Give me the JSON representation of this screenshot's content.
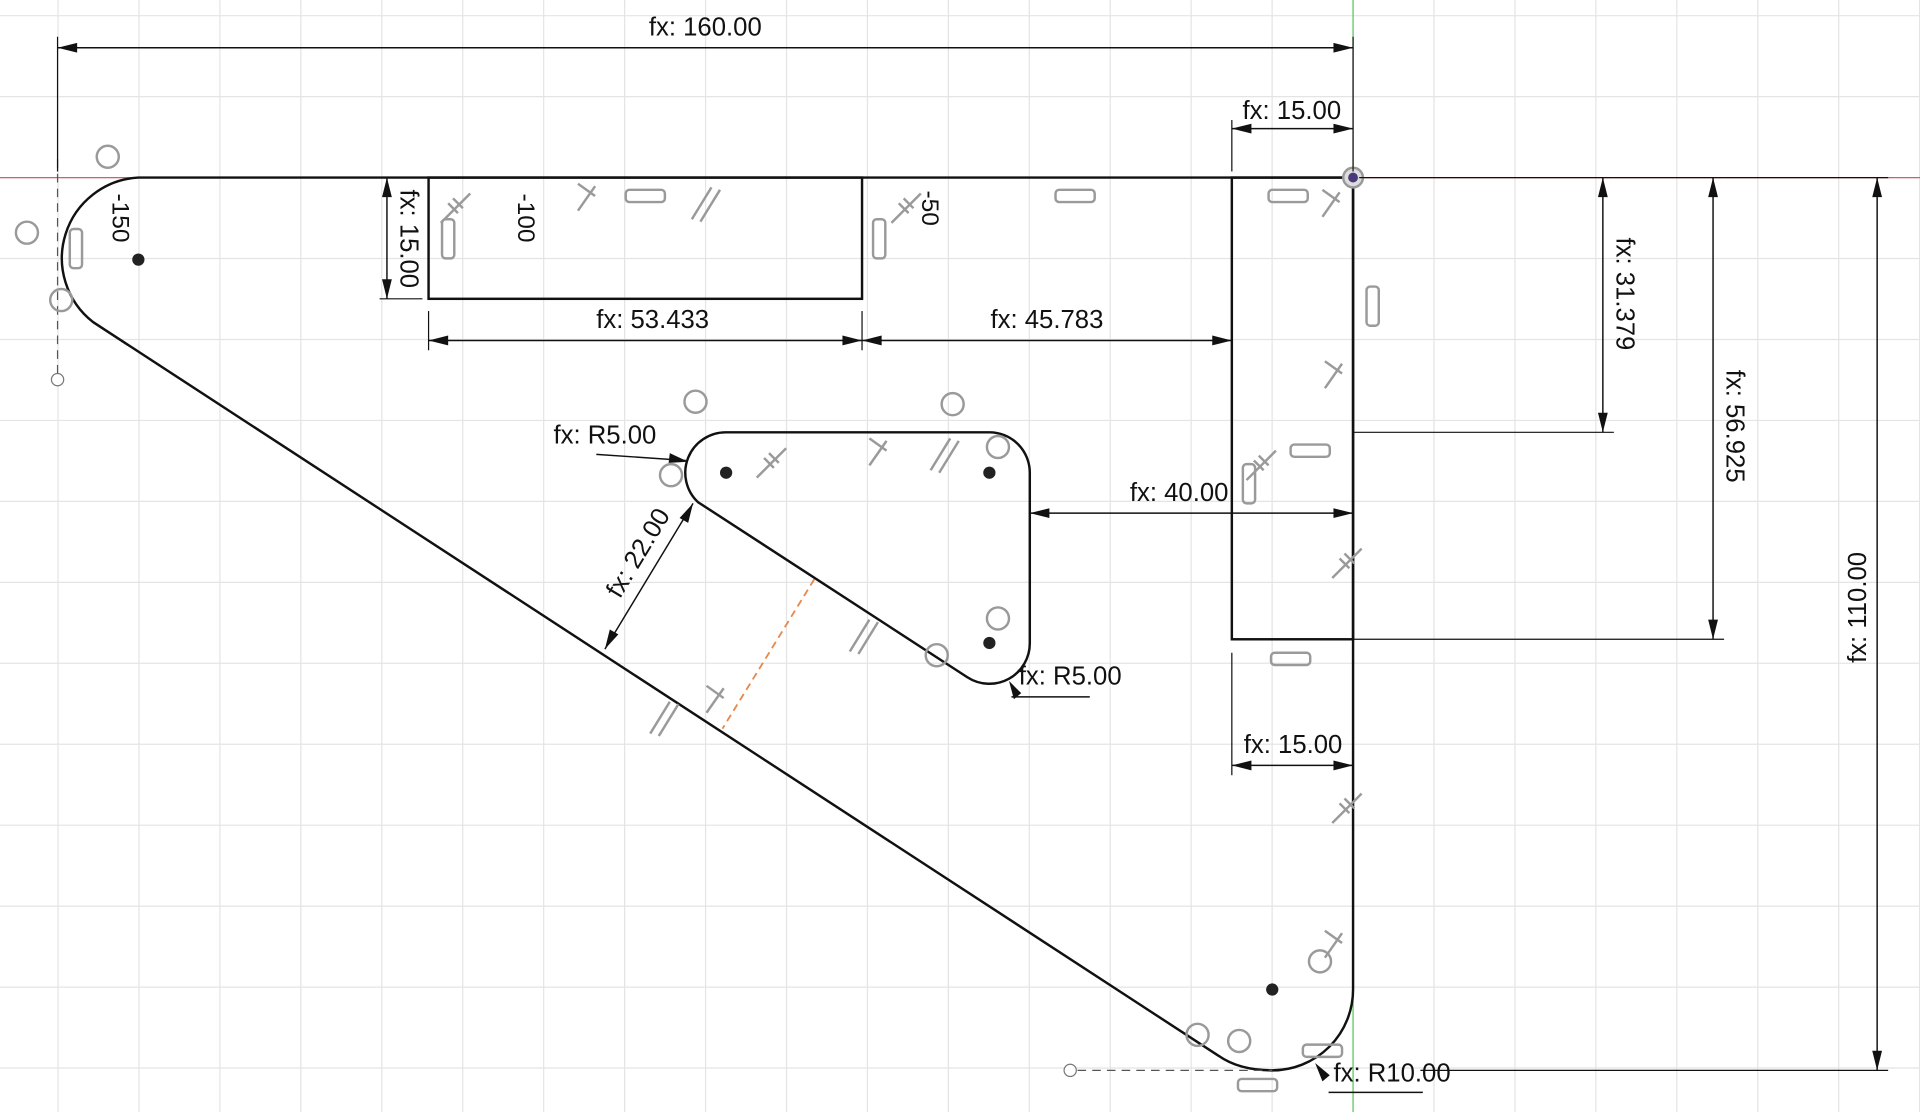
{
  "sketch": {
    "dimensions": {
      "overall_width": "fx: 160.00",
      "top_right_width": "fx: 15.00",
      "slot_height": "fx: 15.00",
      "slot_width": "fx: 53.433",
      "slot_offset": "fx: 45.783",
      "offset_31": "fx: 31.379",
      "offset_56": "fx: 56.925",
      "overall_height": "fx: 110.00",
      "inner_fillet_top": "fx: R5.00",
      "inner_fillet_bottom": "fx: R5.00",
      "inner_offset": "fx: 40.00",
      "wall_thickness": "fx: 22.00",
      "lower_right_width": "fx: 15.00",
      "outer_fillet": "fx: R10.00"
    },
    "axis_labels": [
      "-150",
      "-100",
      "-50"
    ],
    "colors": {
      "x_axis": "#e05a5a",
      "y_axis": "#5ac85a",
      "origin": "#4a3a7a",
      "construction": "#e8894a"
    }
  }
}
